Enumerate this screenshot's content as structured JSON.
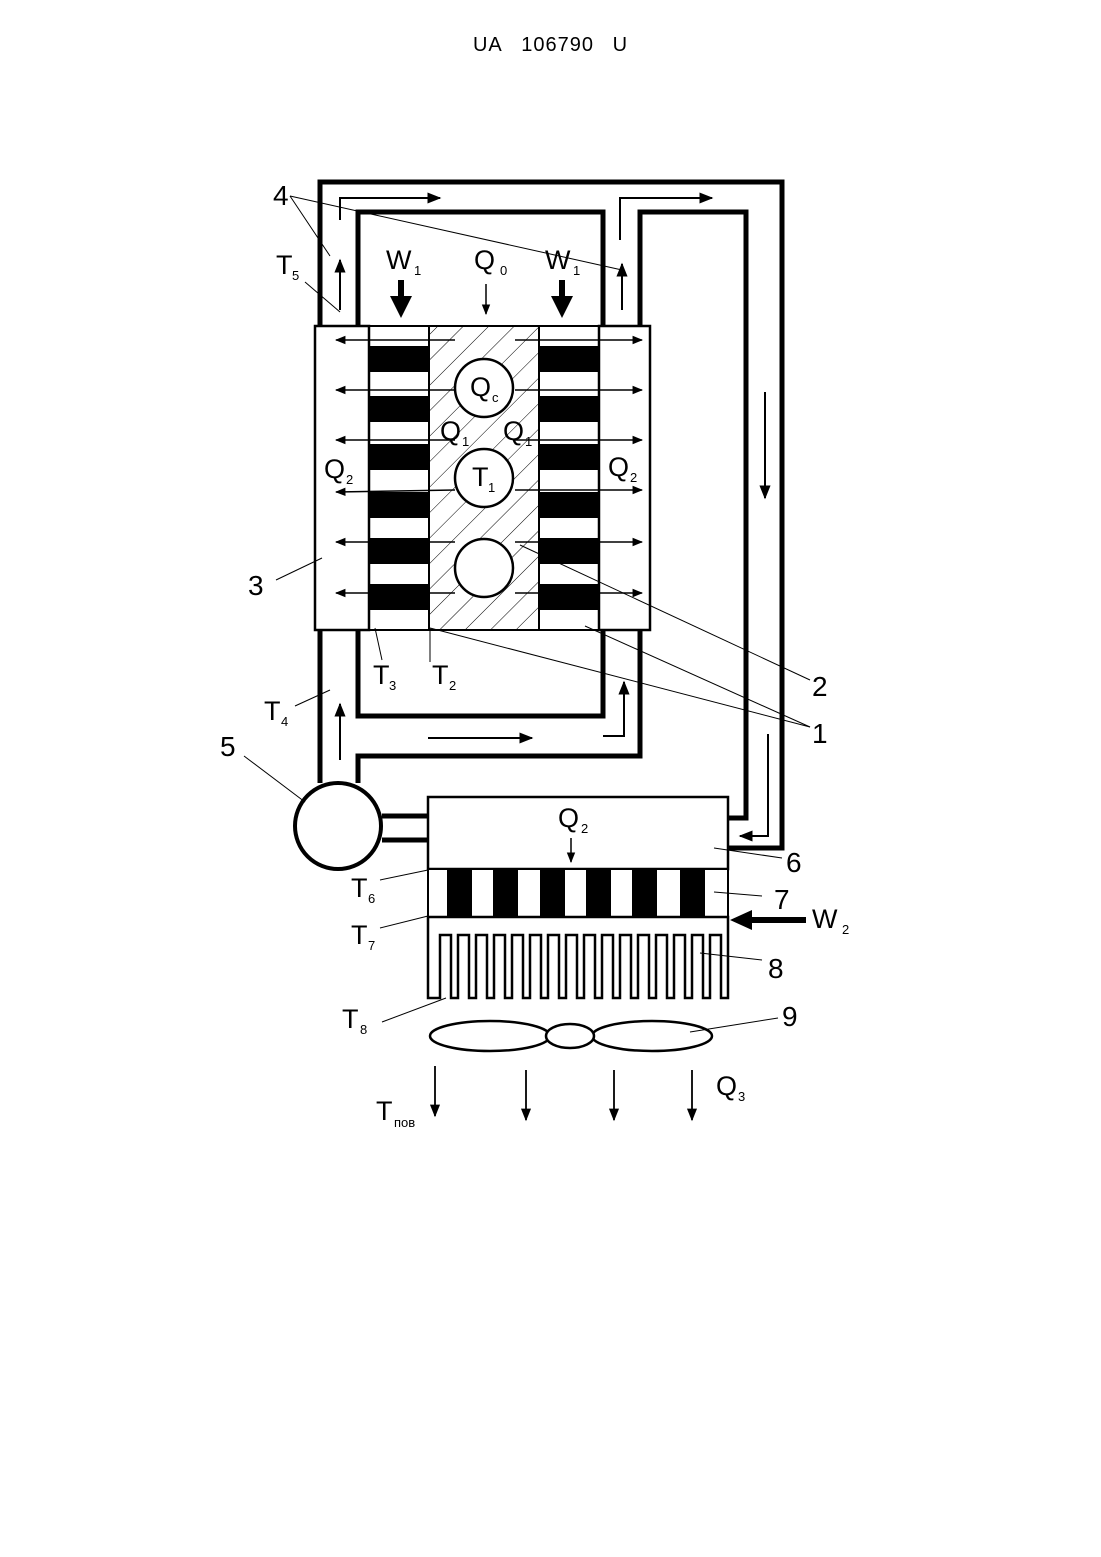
{
  "header": {
    "country": "UA",
    "number": "106790",
    "kind": "U"
  },
  "figure": {
    "labels": {
      "W1_left": {
        "main": "W",
        "sub": "1"
      },
      "Q0": {
        "main": "Q",
        "sub": "0"
      },
      "W1_right": {
        "main": "W",
        "sub": "1"
      },
      "T5": {
        "main": "T",
        "sub": "5"
      },
      "Qc": {
        "main": "Q",
        "sub": "c"
      },
      "Q1_left": {
        "main": "Q",
        "sub": "1"
      },
      "Q1_right": {
        "main": "Q",
        "sub": "1"
      },
      "T1": {
        "main": "T",
        "sub": "1"
      },
      "Q2_left": {
        "main": "Q",
        "sub": "2"
      },
      "Q2_right": {
        "main": "Q",
        "sub": "2"
      },
      "T3": {
        "main": "T",
        "sub": "3"
      },
      "T2": {
        "main": "T",
        "sub": "2"
      },
      "T4": {
        "main": "T",
        "sub": "4"
      },
      "Q2_radiator": {
        "main": "Q",
        "sub": "2"
      },
      "T6": {
        "main": "T",
        "sub": "6"
      },
      "T7": {
        "main": "T",
        "sub": "7"
      },
      "W2": {
        "main": "W",
        "sub": "2"
      },
      "T8": {
        "main": "T",
        "sub": "8"
      },
      "Q3": {
        "main": "Q",
        "sub": "3"
      },
      "Tpov": {
        "main": "T",
        "sub": "пов"
      }
    },
    "numbers": {
      "n1": "1",
      "n2": "2",
      "n3": "3",
      "n4": "4",
      "n5": "5",
      "n6": "6",
      "n7": "7",
      "n8": "8",
      "n9": "9"
    }
  }
}
